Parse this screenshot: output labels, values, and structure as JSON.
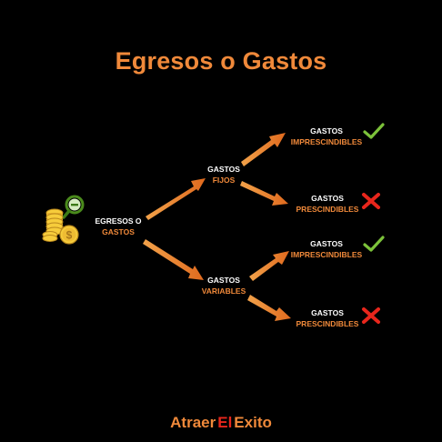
{
  "title": "Egresos o Gastos",
  "root": {
    "line1": "EGRESOS O",
    "line2": "GASTOS"
  },
  "fijos": {
    "line1": "GASTOS",
    "line2": "FIJOS"
  },
  "variables": {
    "line1": "GASTOS",
    "line2": "VARIABLES"
  },
  "fijos_a": {
    "line1": "GASTOS",
    "line2": "IMPRESCINDIBLES",
    "mark": "check"
  },
  "fijos_b": {
    "line1": "GASTOS",
    "line2": "PRESCINDIBLES",
    "mark": "cross"
  },
  "variables_a": {
    "line1": "GASTOS",
    "line2": "IMPRESCINDIBLES",
    "mark": "check"
  },
  "variables_b": {
    "line1": "GASTOS",
    "line2": "PRESCINDIBLES",
    "mark": "cross"
  },
  "brand": {
    "part1": "Atraer",
    "part2": "El",
    "part3": "Exito"
  },
  "colors": {
    "accent": "#f0893a",
    "check": "#7cc23a",
    "cross": "#e8261c",
    "background": "#000000"
  },
  "icons": {
    "root": "coins-magnifier-icon",
    "check": "check-icon",
    "cross": "cross-icon",
    "arrow": "arrow-icon"
  }
}
